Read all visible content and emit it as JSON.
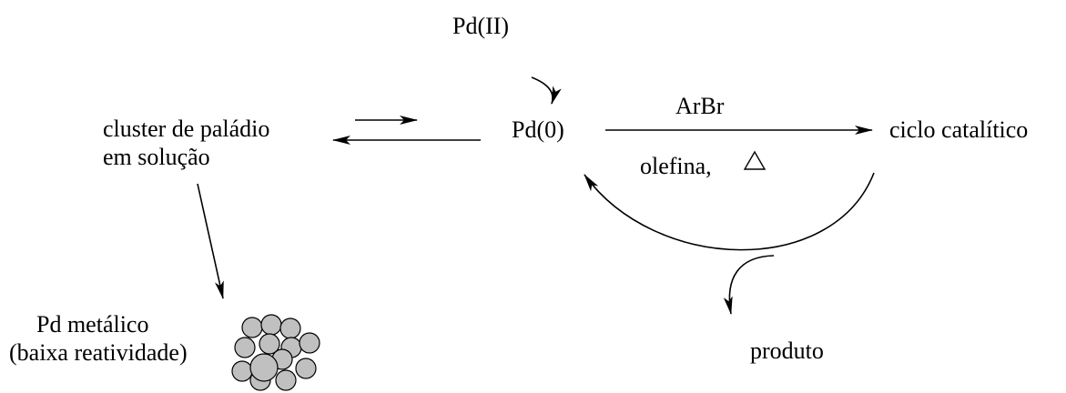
{
  "labels": {
    "pd_ii": "Pd(II)",
    "pd_0": "Pd(0)",
    "arbr": "ArBr",
    "olefina": "olefina,",
    "ciclo": "ciclo catalítico",
    "cluster_line1": "cluster de paládio",
    "cluster_line2": "em solução",
    "pd_metalico_line1": "Pd metálico",
    "pd_metalico_line2": "(baixa reatividade)",
    "produto": "produto"
  },
  "symbols": {
    "heat": "triangle-icon"
  },
  "colors": {
    "ink": "#000000",
    "sphere_fill": "#c0c0c0",
    "background": "#ffffff"
  }
}
